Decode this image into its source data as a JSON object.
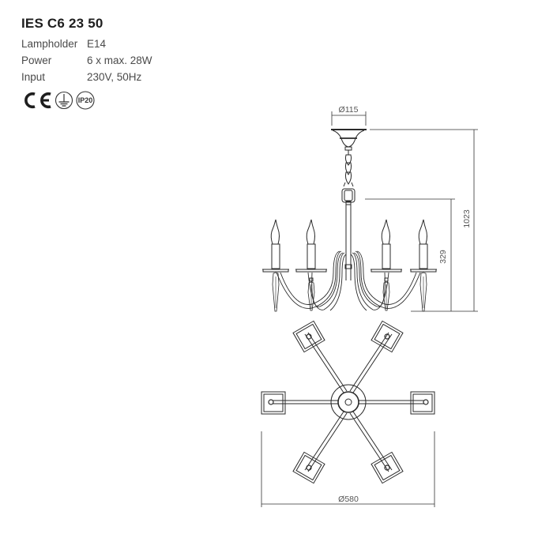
{
  "product": {
    "code": "IES C6 23 50",
    "specs": [
      {
        "label": "Lampholder",
        "value": "E14"
      },
      {
        "label": "Power",
        "value": "6 x max. 28W"
      },
      {
        "label": "Input",
        "value": "230V, 50Hz"
      }
    ],
    "certifications": [
      {
        "icon": "ce-mark-icon",
        "label": "CE"
      },
      {
        "icon": "earth-ground-icon",
        "label": "Class I earth"
      },
      {
        "icon": "ip-rating-icon",
        "label": "IP20"
      }
    ]
  },
  "drawing": {
    "side_view": {
      "canopy_diameter": "Ø115",
      "total_height": "1023",
      "body_height": "329",
      "arms": 6
    },
    "top_view": {
      "diameter": "Ø580",
      "arms": 6
    }
  },
  "colors": {
    "line": "#2a2a2a",
    "text_dark": "#1e1e1e",
    "text_gray": "#555555",
    "background": "#ffffff"
  }
}
